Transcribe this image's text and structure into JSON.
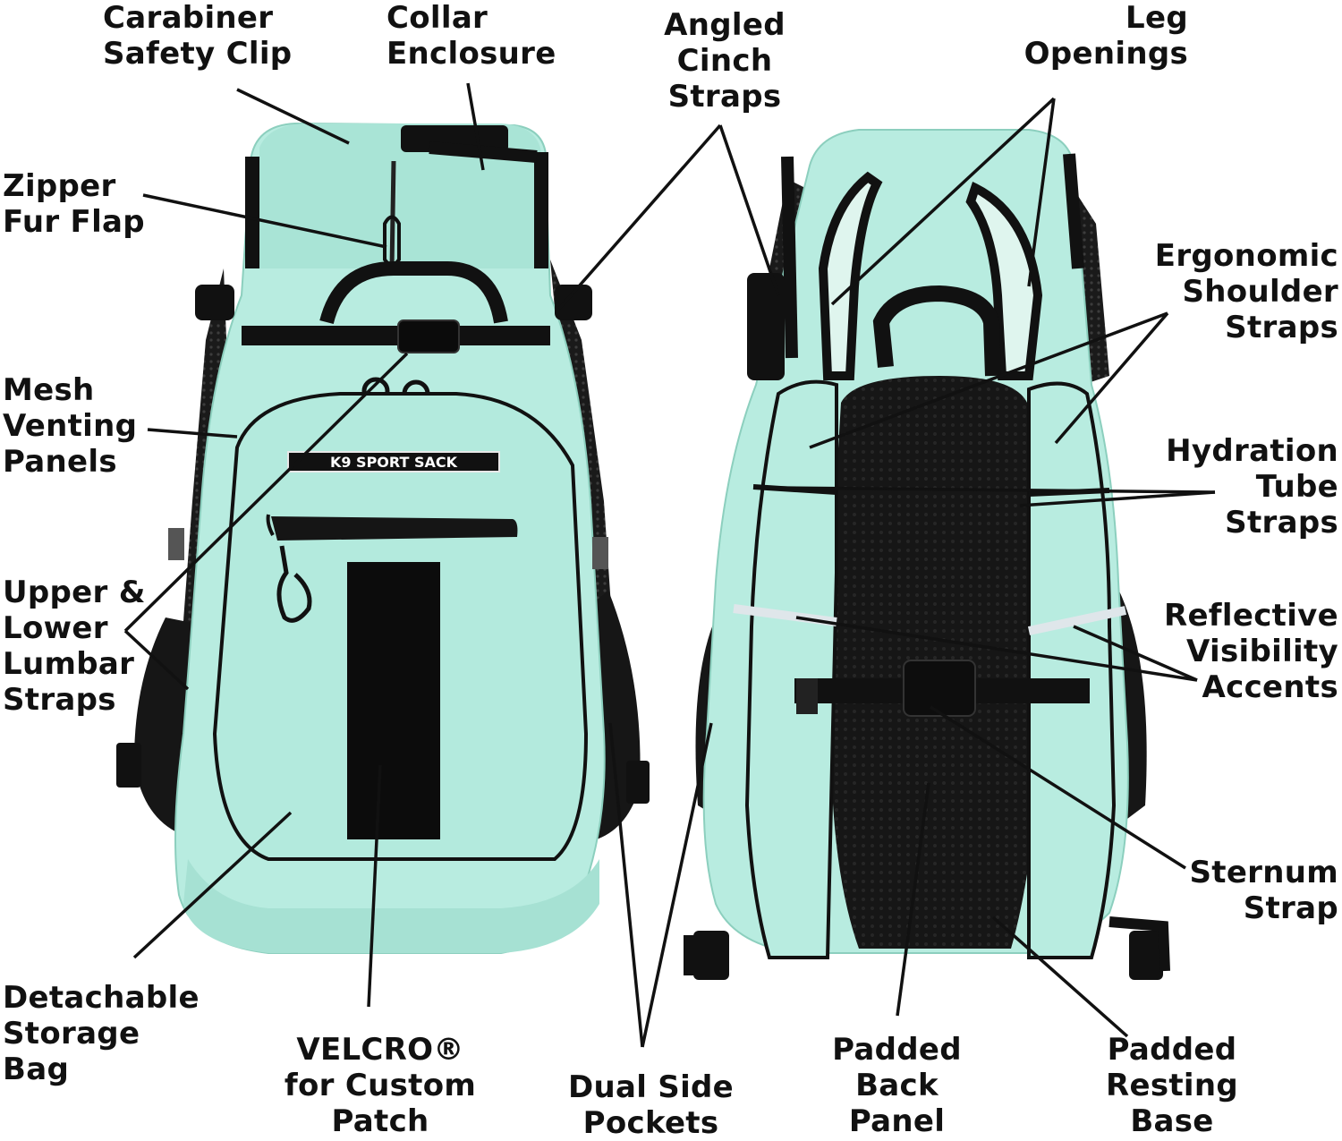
{
  "labels": {
    "carabiner": "Carabiner\nSafety Clip",
    "collar": "Collar\nEnclosure",
    "angled": "Angled\nCinch\nStraps",
    "leg": "Leg\nOpenings",
    "zipper": "Zipper\nFur Flap",
    "ergonomic": "Ergonomic\nShoulder\nStraps",
    "mesh": "Mesh\nVenting\nPanels",
    "hydration": "Hydration\nTube\nStraps",
    "lumbar": "Upper &\nLower\nLumbar\nStraps",
    "reflective": "Reflective\nVisibility\nAccents",
    "sternum": "Sternum\nStrap",
    "detachable": "Detachable\nStorage\nBag",
    "velcro": "VELCRO®\nfor Custom\nPatch",
    "dual": "Dual Side\nPockets",
    "back": "Padded\nBack\nPanel",
    "resting": "Padded\nResting\nBase"
  },
  "brand": {
    "logo_text": "K9 SPORT SACK"
  },
  "colors": {
    "mint": "#b8ece0",
    "mint_shade": "#93d6c6",
    "black": "#111111"
  }
}
